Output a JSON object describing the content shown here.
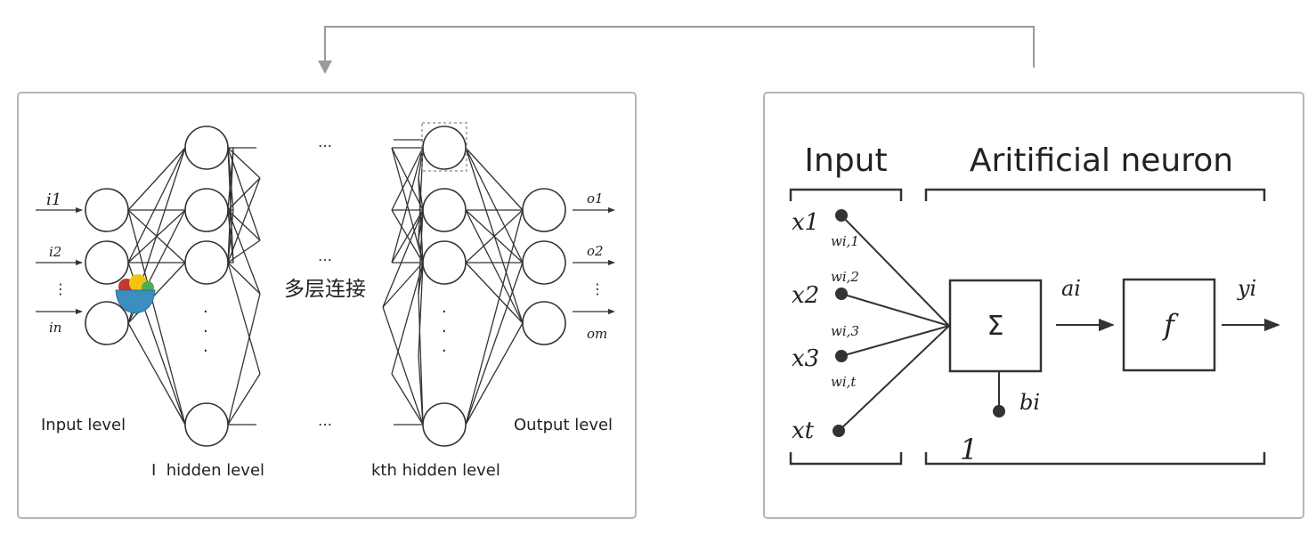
{
  "left_panel": {
    "inputs": [
      "i1",
      "i2",
      "⋮",
      "in"
    ],
    "outputs": [
      "o1",
      "o2",
      "⋮",
      "om"
    ],
    "ellipsis": "…",
    "vertical_dots": "·",
    "center_label": "多层连接",
    "input_level_label": "Input level",
    "hidden1_label": "I  hidden level",
    "hiddenk_label": "kth hidden level",
    "output_level_label": "Output level"
  },
  "right_panel": {
    "input_title": "Input",
    "neuron_title": "Aritificial neuron",
    "x_labels": [
      "x1",
      "x2",
      "x3",
      "xt"
    ],
    "w_labels": [
      "wi,1",
      "wi,2",
      "wi,3",
      "wi,t"
    ],
    "sum_symbol": "Σ",
    "func_symbol": "f",
    "a_label": "ai",
    "y_label": "yi",
    "b_label": "bi",
    "one_label": "1"
  },
  "colors": {
    "panel_border": "#b5b5b5",
    "connector": "#9a9a9a",
    "line": "#333333",
    "bowl": "#3a8fbf"
  }
}
